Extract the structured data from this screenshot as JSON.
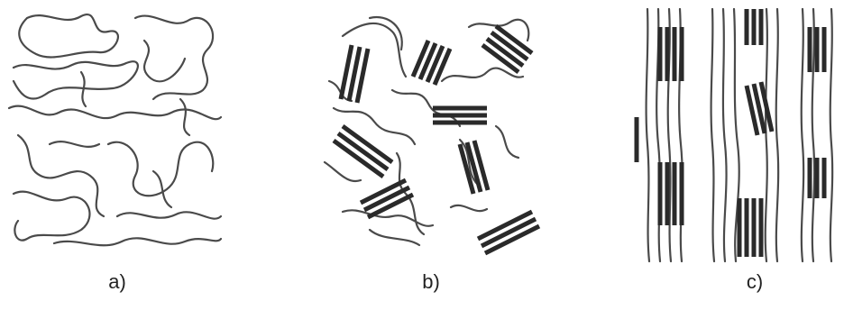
{
  "panels": [
    {
      "label": "a)",
      "type": "amorphous"
    },
    {
      "label": "b)",
      "type": "semi-crystalline"
    },
    {
      "label": "c)",
      "type": "oriented"
    }
  ]
}
